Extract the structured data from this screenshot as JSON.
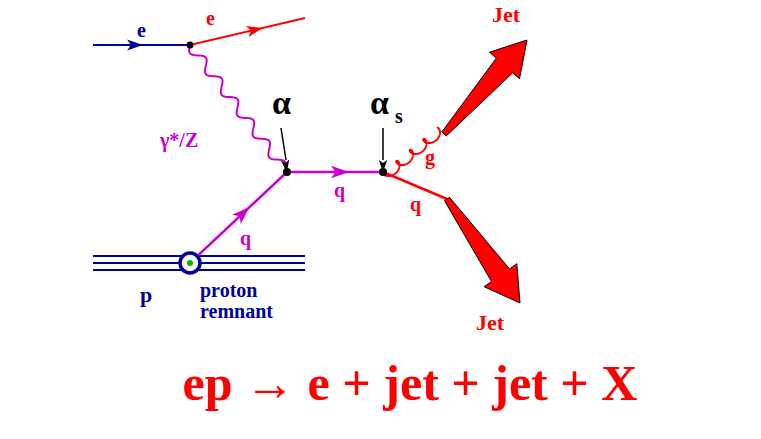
{
  "diagram": {
    "caption": "ep → e + jet + jet + X",
    "labels": [
      "e",
      "e",
      "γ*/Z",
      "α",
      "α",
      "s",
      "q",
      "q",
      "g",
      "q",
      "Jet",
      "Jet",
      "p",
      "proton remnant"
    ]
  }
}
